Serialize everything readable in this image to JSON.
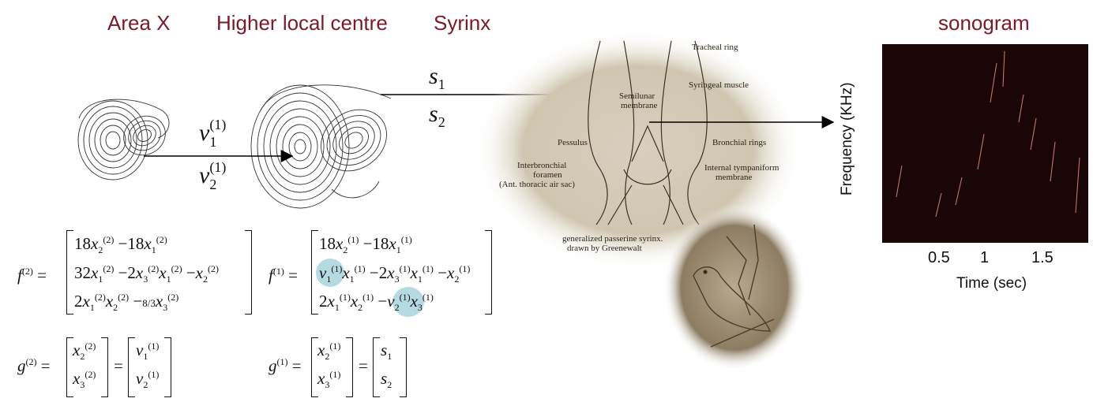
{
  "headers": {
    "area_x": "Area X",
    "higher": "Higher local centre",
    "syrinx": "Syrinx",
    "sonogram": "sonogram"
  },
  "signals": {
    "v1": {
      "base": "v",
      "sub": "1",
      "sup": "(1)"
    },
    "v2": {
      "base": "v",
      "sub": "2",
      "sup": "(1)"
    },
    "s1": {
      "base": "s",
      "sub": "1"
    },
    "s2": {
      "base": "s",
      "sub": "2"
    }
  },
  "syrinx_labels": {
    "tracheal": "Tracheal ring",
    "syringeal": "Syringeal muscle",
    "semilunar_1": "Semilunar",
    "semilunar_2": "membrane",
    "pessulus": "Pessulus",
    "bronchial": "Bronchial rings",
    "interbronchial_1": "Interbronchial",
    "interbronchial_2": "foramen",
    "ant_thoracic": "(Ant. thoracic air sac)",
    "internal_1": "Internal tympaniform",
    "internal_2": "membrane",
    "caption_1": "generalized passerine syrinx.",
    "caption_2": "drawn by Greenewalt"
  },
  "sonogram": {
    "ylabel": "Frequency (KHz)",
    "xlabel": "Time (sec)",
    "xticks": [
      "0.5",
      "1",
      "1.5"
    ]
  },
  "equations": {
    "f2_lhs": "f",
    "f2_sup": "(2)",
    "f1_lhs": "f",
    "f1_sup": "(1)",
    "g2_lhs": "g",
    "g2_sup": "(2)",
    "g1_lhs": "g",
    "g1_sup": "(1)"
  },
  "colors": {
    "header": "#7a1a2c",
    "highlight": "#a9d3dc",
    "sonogram_bg": "#1a0606"
  }
}
